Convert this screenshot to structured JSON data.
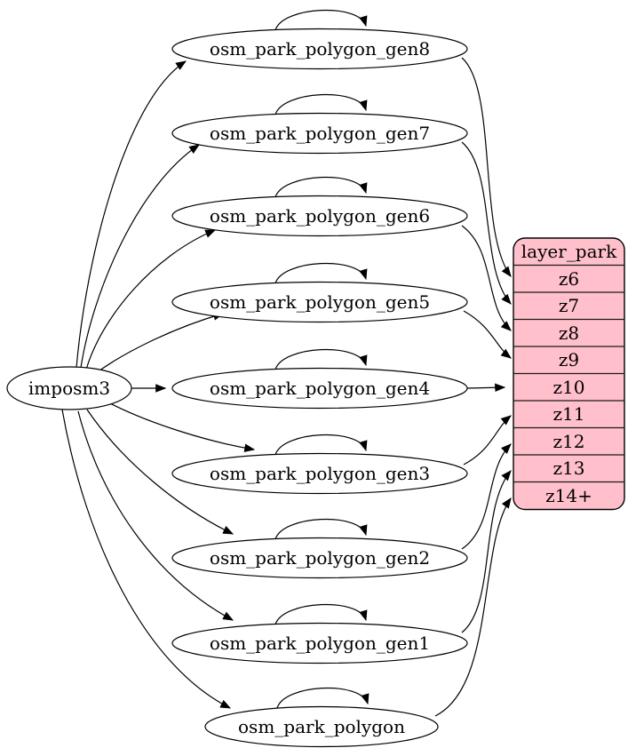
{
  "diagram": {
    "type": "dependency-graph",
    "background": "#ffffff",
    "edge_color": "#000000",
    "node_fill": "#ffffff",
    "node_stroke": "#000000"
  },
  "nodes": {
    "imposm3": {
      "label": "imposm3"
    },
    "tables": [
      {
        "label": "osm_park_polygon_gen8"
      },
      {
        "label": "osm_park_polygon_gen7"
      },
      {
        "label": "osm_park_polygon_gen6"
      },
      {
        "label": "osm_park_polygon_gen5"
      },
      {
        "label": "osm_park_polygon_gen4"
      },
      {
        "label": "osm_park_polygon_gen3"
      },
      {
        "label": "osm_park_polygon_gen2"
      },
      {
        "label": "osm_park_polygon_gen1"
      },
      {
        "label": "osm_park_polygon"
      }
    ]
  },
  "layer": {
    "header": "layer_park",
    "rows": [
      "z6",
      "z7",
      "z8",
      "z9",
      "z10",
      "z11",
      "z12",
      "z13",
      "z14+"
    ],
    "fill": "#ffc0cb",
    "stroke": "#000000"
  },
  "edges": [
    {
      "from": "imposm3",
      "to": "osm_park_polygon_gen8"
    },
    {
      "from": "imposm3",
      "to": "osm_park_polygon_gen7"
    },
    {
      "from": "imposm3",
      "to": "osm_park_polygon_gen6"
    },
    {
      "from": "imposm3",
      "to": "osm_park_polygon_gen5"
    },
    {
      "from": "imposm3",
      "to": "osm_park_polygon_gen4"
    },
    {
      "from": "imposm3",
      "to": "osm_park_polygon_gen3"
    },
    {
      "from": "imposm3",
      "to": "osm_park_polygon_gen2"
    },
    {
      "from": "imposm3",
      "to": "osm_park_polygon_gen1"
    },
    {
      "from": "imposm3",
      "to": "osm_park_polygon"
    },
    {
      "from": "osm_park_polygon_gen8",
      "to": "osm_park_polygon_gen8",
      "type": "self-loop"
    },
    {
      "from": "osm_park_polygon_gen7",
      "to": "osm_park_polygon_gen7",
      "type": "self-loop"
    },
    {
      "from": "osm_park_polygon_gen6",
      "to": "osm_park_polygon_gen6",
      "type": "self-loop"
    },
    {
      "from": "osm_park_polygon_gen5",
      "to": "osm_park_polygon_gen5",
      "type": "self-loop"
    },
    {
      "from": "osm_park_polygon_gen4",
      "to": "osm_park_polygon_gen4",
      "type": "self-loop"
    },
    {
      "from": "osm_park_polygon_gen3",
      "to": "osm_park_polygon_gen3",
      "type": "self-loop"
    },
    {
      "from": "osm_park_polygon_gen2",
      "to": "osm_park_polygon_gen2",
      "type": "self-loop"
    },
    {
      "from": "osm_park_polygon_gen1",
      "to": "osm_park_polygon_gen1",
      "type": "self-loop"
    },
    {
      "from": "osm_park_polygon",
      "to": "osm_park_polygon",
      "type": "self-loop"
    },
    {
      "from": "osm_park_polygon_gen8",
      "to": "layer_park:z6"
    },
    {
      "from": "osm_park_polygon_gen7",
      "to": "layer_park:z7"
    },
    {
      "from": "osm_park_polygon_gen6",
      "to": "layer_park:z8"
    },
    {
      "from": "osm_park_polygon_gen5",
      "to": "layer_park:z9"
    },
    {
      "from": "osm_park_polygon_gen4",
      "to": "layer_park:z10"
    },
    {
      "from": "osm_park_polygon_gen3",
      "to": "layer_park:z11"
    },
    {
      "from": "osm_park_polygon_gen2",
      "to": "layer_park:z12"
    },
    {
      "from": "osm_park_polygon_gen1",
      "to": "layer_park:z13"
    },
    {
      "from": "osm_park_polygon",
      "to": "layer_park:z14+"
    }
  ]
}
